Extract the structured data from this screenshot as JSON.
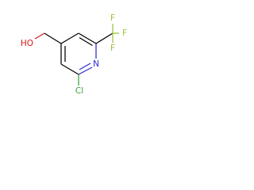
{
  "molecule": {
    "atoms": {
      "hydroxyl": {
        "label": "HO",
        "color": "#d21a1a"
      },
      "ring_nitrogen": {
        "label": "N",
        "color": "#2b2bd6"
      },
      "chlorine": {
        "label": "Cl",
        "color": "#3aa13a"
      },
      "fluorine_top": {
        "label": "F",
        "color": "#9ac23a"
      },
      "fluorine_right": {
        "label": "F",
        "color": "#9ac23a"
      },
      "fluorine_bottom": {
        "label": "F",
        "color": "#9ac23a"
      }
    }
  }
}
